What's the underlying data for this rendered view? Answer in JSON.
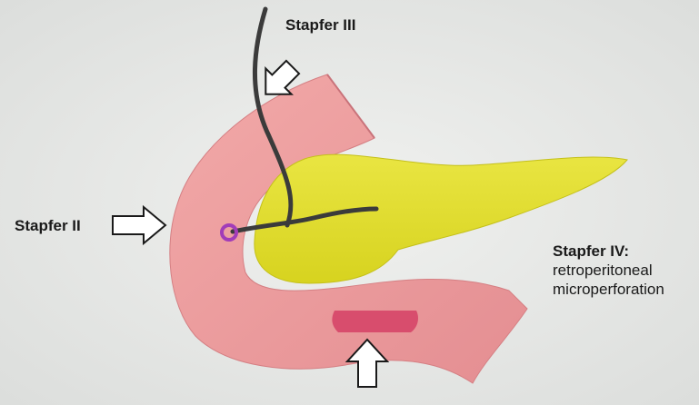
{
  "labels": {
    "stapfer_iii": "Stapfer III",
    "stapfer_ii": "Stapfer II",
    "stapfer_iv_title": "Stapfer IV:",
    "stapfer_iv_line1": "retroperitoneal",
    "stapfer_iv_line2": "microperforation"
  },
  "colors": {
    "background": "#e6e8e6",
    "duodenum": "#ea9a9a",
    "duodenum_dark": "#d77f84",
    "pancreas": "#e0dc28",
    "bile_duct": "#3b3b3b",
    "papilla": "#a23cb8",
    "perforation": "#d84d6d"
  },
  "icons": [
    "arrow-outline-icon"
  ]
}
